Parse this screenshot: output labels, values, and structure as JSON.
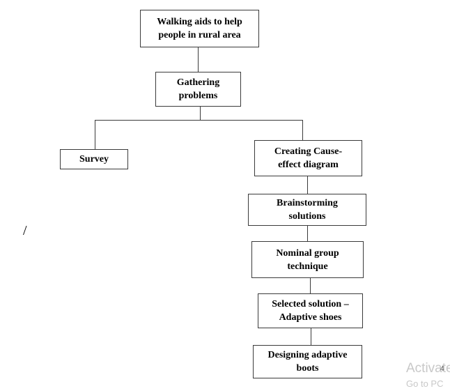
{
  "nodes": {
    "walking_aids": "Walking aids to help\npeople in rural area",
    "gathering": "Gathering\nproblems",
    "survey": "Survey",
    "cause_effect": "Creating Cause-\neffect diagram",
    "brainstorming": "Brainstorming\nsolutions",
    "nominal": "Nominal group\ntechnique",
    "selected": "Selected solution –\nAdaptive shoes",
    "designing": "Designing adaptive\nboots"
  },
  "stray_mark": "/",
  "watermark": {
    "line1": "Activate",
    "line2": "Go to PC"
  },
  "page_number": "4",
  "colors": {
    "stroke": "#3a3a3a",
    "watermark": "#c8c8c8"
  }
}
